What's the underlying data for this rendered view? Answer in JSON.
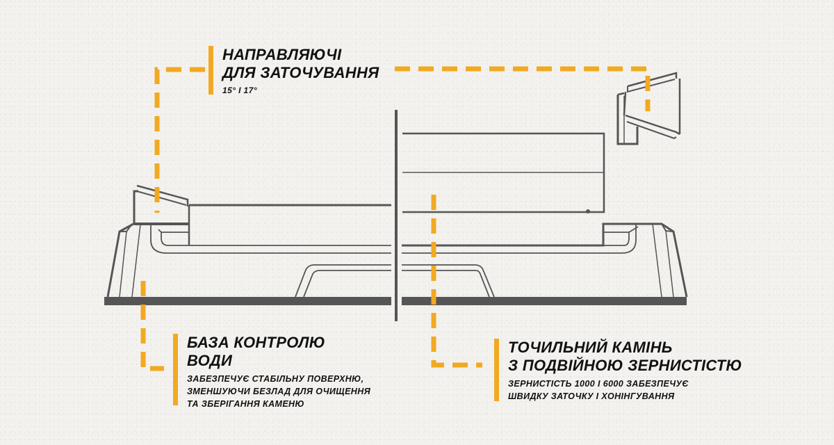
{
  "colors": {
    "accent": "#f2a922",
    "line": "#555555",
    "text": "#111111",
    "background": "#f3f2ef"
  },
  "callouts": {
    "guides": {
      "title_line1": "НАПРАВЛЯЮЧІ",
      "title_line2": "ДЛЯ ЗАТОЧУВАННЯ",
      "subtitle": "15° І 17°"
    },
    "base": {
      "title_line1": "БАЗА КОНТРОЛЮ",
      "title_line2": "ВОДИ",
      "desc_line1": "ЗАБЕЗПЕЧУЄ СТАБІЛЬНУ ПОВЕРХНЮ,",
      "desc_line2": "ЗМЕНШУЮЧИ БЕЗЛАД ДЛЯ ОЧИЩЕННЯ",
      "desc_line3": "ТА ЗБЕРІГАННЯ КАМЕНЮ"
    },
    "stone": {
      "title_line1": "ТОЧИЛЬНИЙ КАМІНЬ",
      "title_line2": "З ПОДВІЙНОЮ ЗЕРНИСТІСТЮ",
      "desc_line1": "ЗЕРНИСТІСТЬ 1000 І 6000 ЗАБЕЗПЕЧУЄ",
      "desc_line2": "ШВИДКУ ЗАТОЧКУ І ХОНІНГУВАННЯ"
    }
  },
  "drawing": {
    "parts": [
      "sharpening-guide-left",
      "sharpening-guide-detached",
      "water-control-base",
      "whetstone",
      "section-divider"
    ]
  }
}
